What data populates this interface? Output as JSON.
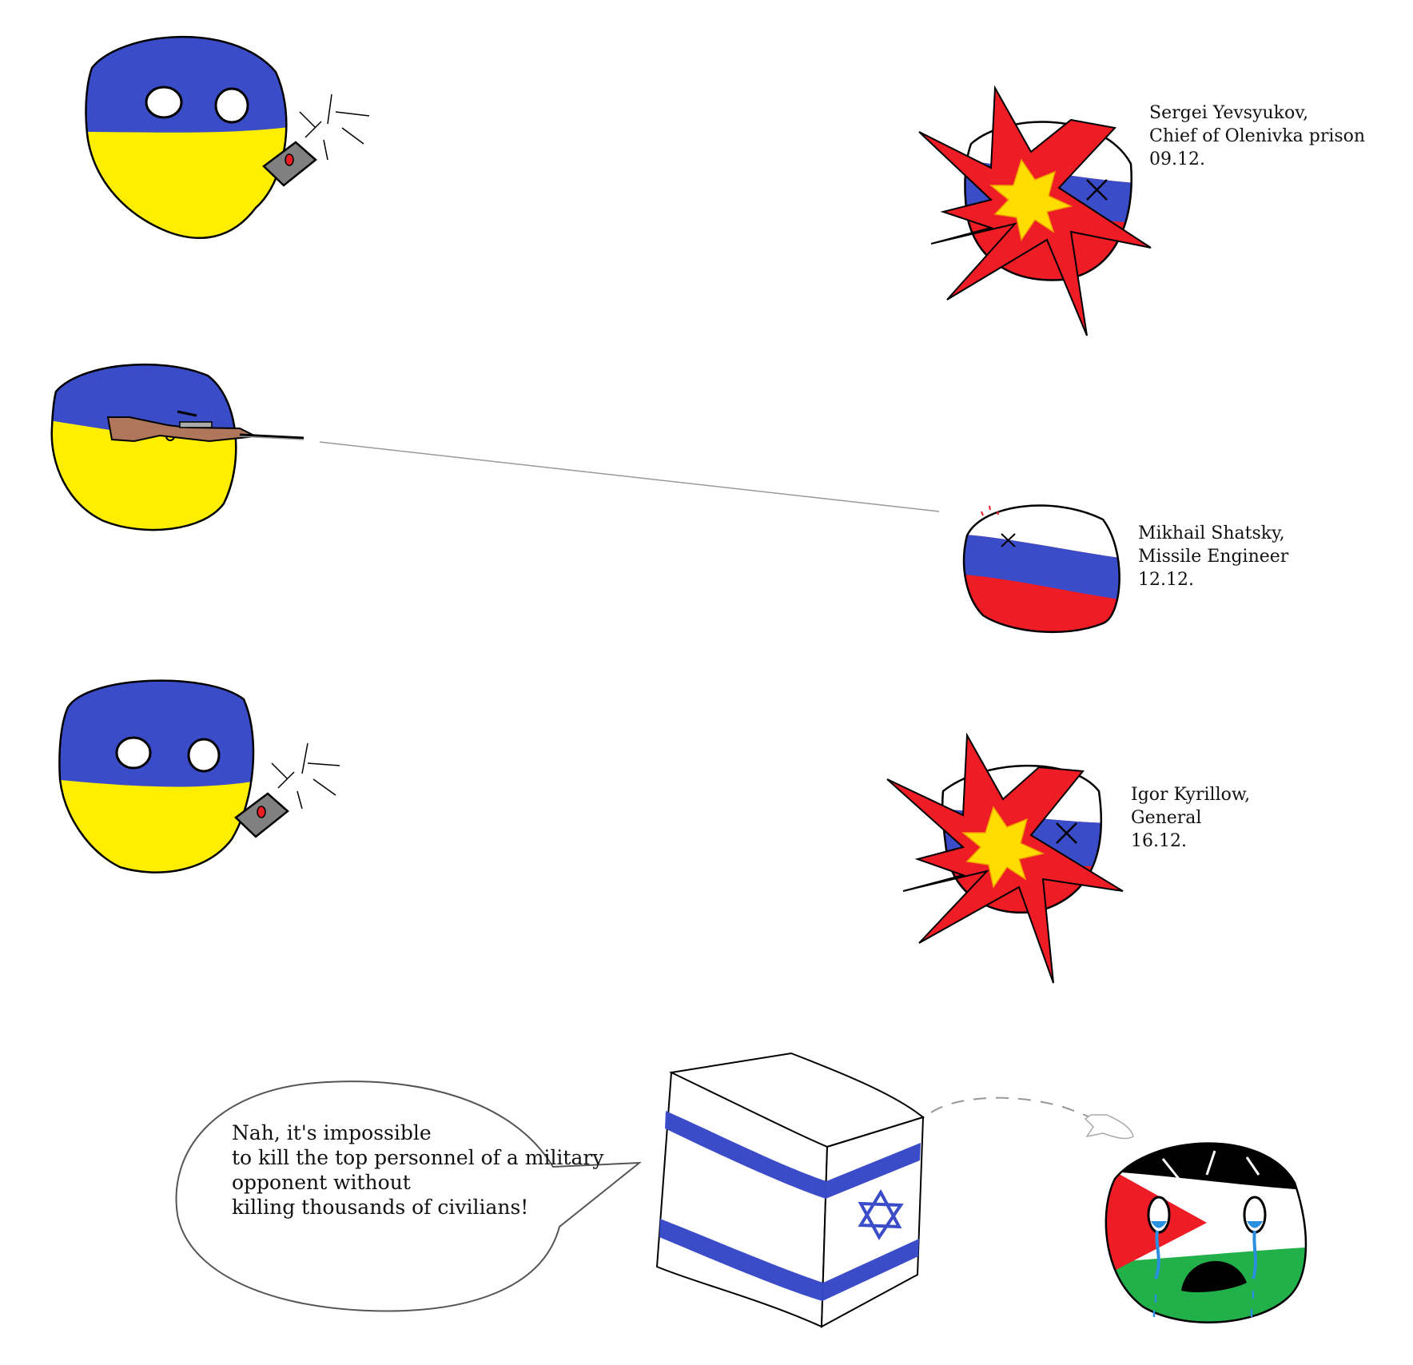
{
  "colors": {
    "ukraine_blue": "#3b4cc8",
    "ukraine_yellow": "#ffee00",
    "russia_white": "#ffffff",
    "russia_blue": "#3b4cc8",
    "russia_red": "#ee1c24",
    "explosion_red": "#ee1c24",
    "explosion_yellow": "#ffdd00",
    "israel_blue": "#3b4cc8",
    "palestine_black": "#000000",
    "palestine_green": "#22b04a",
    "palestine_red": "#ee1c24",
    "tears": "#2b8fe0",
    "detonator_grey": "#808080"
  },
  "panels": [
    {
      "attacker": "ukraine-ball",
      "weapon": "detonator-icon",
      "target": "russia-ball",
      "effect": "explosion",
      "caption": [
        "Sergei Yevsyukov,",
        "Chief of Olenivka prison",
        "09.12."
      ]
    },
    {
      "attacker": "ukraine-ball",
      "weapon": "sniper-rifle-icon",
      "target": "russia-ball",
      "effect": "shot",
      "caption": [
        "Mikhail Shatsky,",
        "Missile Engineer",
        "12.12."
      ]
    },
    {
      "attacker": "ukraine-ball",
      "weapon": "detonator-icon",
      "target": "russia-ball",
      "effect": "explosion",
      "caption": [
        "Igor Kyrillow,",
        "General",
        "16.12."
      ]
    }
  ],
  "final_panel": {
    "speaker": "israel-cube",
    "target": "palestine-ball",
    "projectile": "missile-icon",
    "speech": [
      "Nah, it's impossible",
      "to kill the top personnel of a military",
      "opponent without",
      "killing thousands of civilians!"
    ]
  }
}
